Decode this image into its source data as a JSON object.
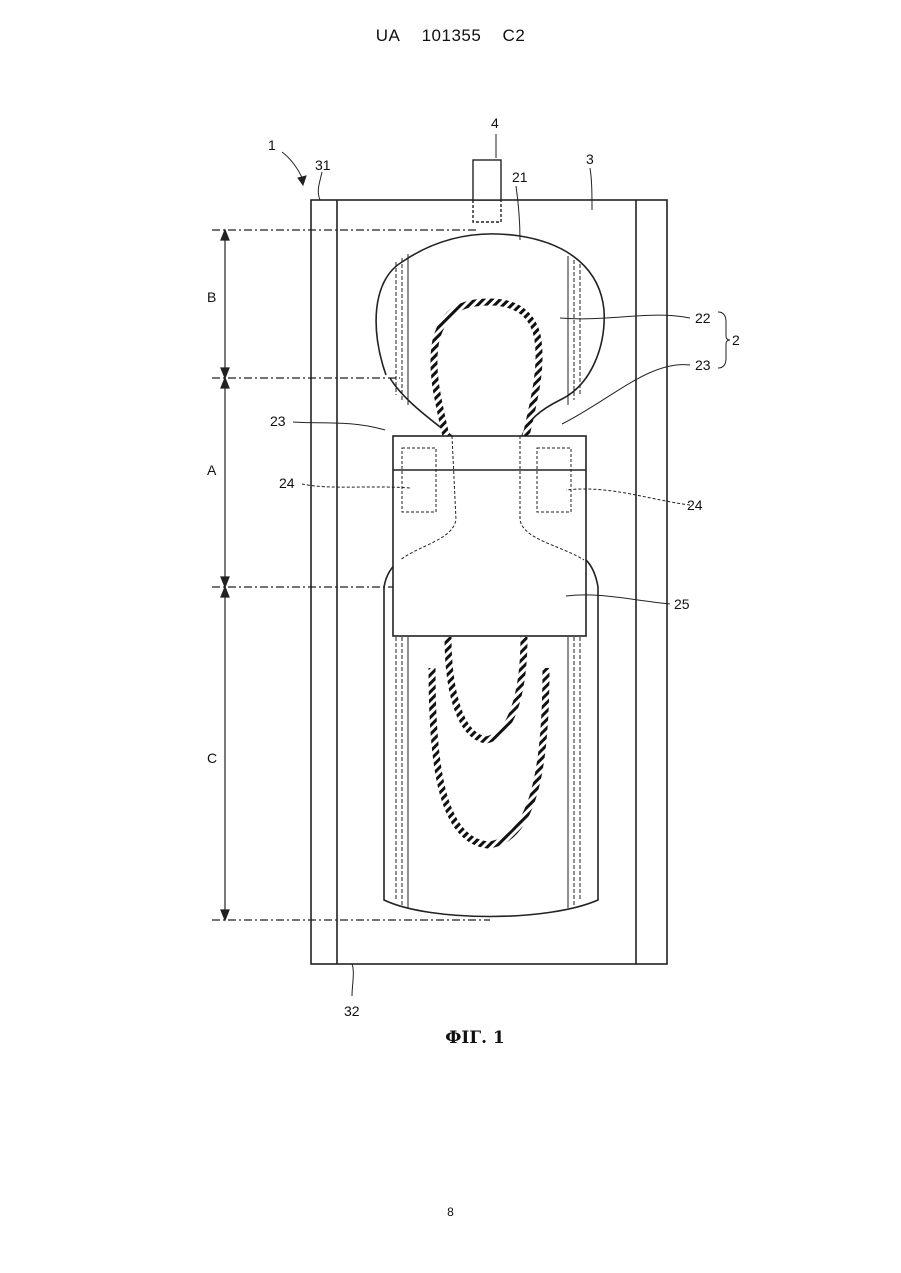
{
  "header": {
    "office": "UA",
    "number": "101355",
    "kind": "C2"
  },
  "figure": {
    "caption": "ФІГ. 1",
    "labels": {
      "l1": "1",
      "l2": "2",
      "l3": "3",
      "l4": "4",
      "l21": "21",
      "l22": "22",
      "l23a": "23",
      "l23b": "23",
      "l24a": "24",
      "l24b": "24",
      "l25": "25",
      "l31": "31",
      "l32": "32",
      "zoneA": "A",
      "zoneB": "B",
      "zoneC": "C"
    }
  },
  "footer": {
    "page_number": "8"
  }
}
